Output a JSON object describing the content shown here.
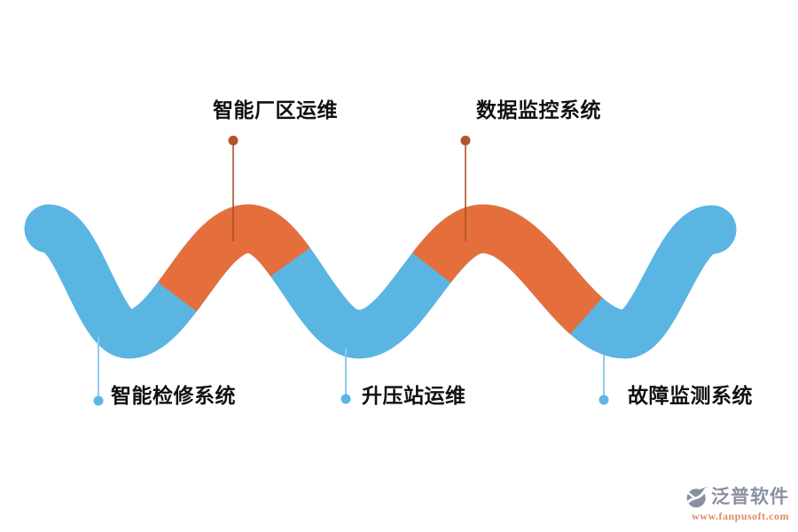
{
  "colors": {
    "background": "#ffffff",
    "wave_blue": "#5bb5e3",
    "wave_orange": "#e56f3c",
    "callout_top_line": "#a9512a",
    "callout_top_dot": "#b5532c",
    "callout_bottom_line": "#8ccaec",
    "callout_bottom_dot": "#5cb6e4",
    "label_text": "#111111",
    "brand_text": "#8a90a3",
    "brand_url": "#dd8a64"
  },
  "callouts": {
    "top": [
      {
        "label": "智能厂区运维"
      },
      {
        "label": "数据监控系统"
      }
    ],
    "bottom": [
      {
        "label": "智能检修系统"
      },
      {
        "label": "升压站运维"
      },
      {
        "label": "故障监测系统"
      }
    ]
  },
  "watermark": {
    "brand": "泛普软件",
    "url": "www.fanpusoft.com"
  }
}
